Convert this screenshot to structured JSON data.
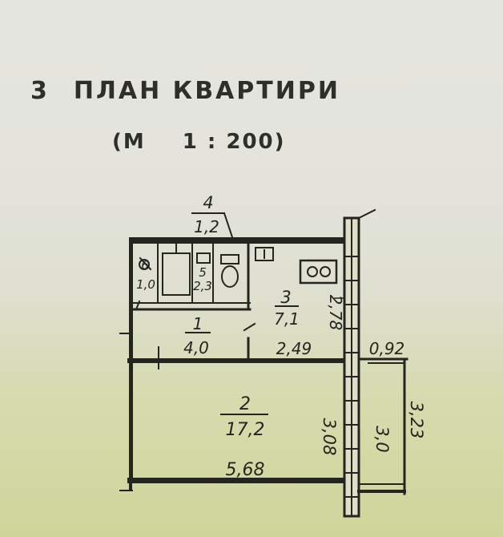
{
  "heading": {
    "number": "3",
    "title": "ПЛАН КВАРТИРИ"
  },
  "scale": {
    "prefix": "(М",
    "ratio": "1 : 200)"
  },
  "rooms": [
    {
      "number": "4",
      "area": "1,2"
    },
    {
      "number": "6",
      "area": "1,0"
    },
    {
      "number": "5",
      "area": "2,3"
    },
    {
      "number": "3",
      "area": "7,1"
    },
    {
      "number": "1",
      "area": "4,0"
    },
    {
      "number": "2",
      "area": "17,2"
    }
  ],
  "dimensions": {
    "kitchen_side": "2,78",
    "kitchen_width": "2,49",
    "balcony_width": "0,92",
    "room_height": "3,08",
    "balcony_inner": "3,0",
    "balcony_outer": "3,23",
    "room_width": "5,68"
  },
  "colors": {
    "ink": "#252520",
    "wall_fill": "#dfdfc8",
    "paper_top": "#e6e6e0",
    "paper_bottom": "#cfd59a"
  }
}
